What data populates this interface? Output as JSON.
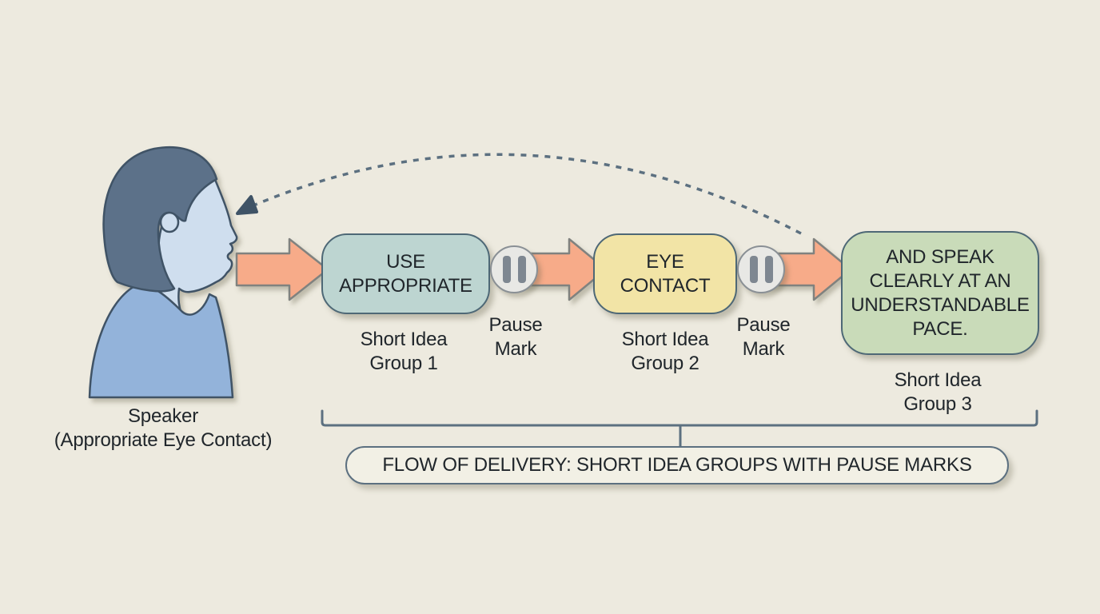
{
  "colors": {
    "background": "#edeadf",
    "text": "#20262b",
    "line": "#5c7080",
    "box_border": "#4e6876",
    "box1_fill": "#bdd5d1",
    "box2_fill": "#f2e4a6",
    "box3_fill": "#c9dbb9",
    "arrow_fill": "#f7ab89",
    "arrow_border": "#80827f",
    "pause_fill": "#e8e8e5",
    "pause_border": "#8a9095",
    "pause_bar": "#7e8791",
    "banner_fill": "#f2f0e5",
    "hair": "#5b7189",
    "face": "#cfdeee",
    "body": "#93b3da",
    "figure_outline": "#3f5366"
  },
  "speaker": {
    "caption": [
      "Speaker",
      "(Appropriate Eye Contact)"
    ]
  },
  "flow": {
    "groups": [
      {
        "lines": [
          "USE",
          "APPROPRIATE"
        ],
        "caption": [
          "Short Idea",
          "Group 1"
        ]
      },
      {
        "lines": [
          "EYE",
          "CONTACT"
        ],
        "caption": [
          "Short Idea",
          "Group 2"
        ]
      },
      {
        "lines": [
          "AND SPEAK",
          "CLEARLY AT AN",
          "UNDERSTANDABLE",
          "PACE."
        ],
        "caption": [
          "Short Idea",
          "Group 3"
        ]
      }
    ],
    "pauses": [
      {
        "caption": [
          "Pause",
          "Mark"
        ]
      },
      {
        "caption": [
          "Pause",
          "Mark"
        ]
      }
    ]
  },
  "banner": {
    "label": "FLOW OF DELIVERY: SHORT IDEA GROUPS WITH PAUSE MARKS"
  }
}
